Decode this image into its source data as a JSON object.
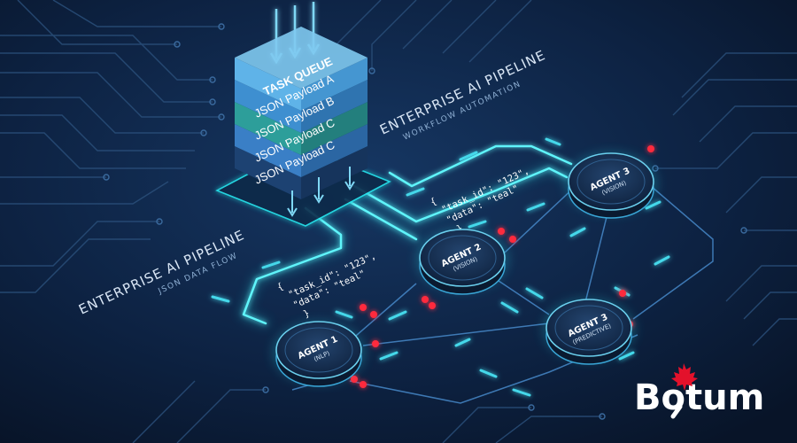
{
  "colors": {
    "background": "#0a1a33",
    "circuit": "#2a4f7a",
    "flow_glow": "#28e6ef",
    "link_line": "#4a8fd1",
    "alert_dot": "#ff2a3d",
    "brand_leaf": "#e3112b",
    "stack_top": "#5fb3e8",
    "stack_mid_a": "#3a7fc6",
    "stack_mid_b": "#2d9e9a",
    "stack_bottom": "#25507f"
  },
  "task_queue": {
    "title": "TASK QUEUE",
    "items": [
      "JSON Payload A",
      "JSON Payload B",
      "JSON Payload C",
      "JSON Payload C"
    ]
  },
  "pipeline_left": {
    "title": "ENTERPRISE AI PIPELINE",
    "subtitle": "JSON DATA FLOW"
  },
  "pipeline_right": {
    "title": "ENTERPRISE AI PIPELINE",
    "subtitle": "WORKFLOW AUTOMATION"
  },
  "json_snippet_left": {
    "lines": [
      "{",
      "\"task_id\": \"123\",",
      "\"data\": \"teal\"",
      "}"
    ]
  },
  "json_snippet_right": {
    "lines": [
      "{",
      "\"task_id\": \"123\",",
      "\"data\": \"teal\"",
      "}"
    ]
  },
  "agents": [
    {
      "id": "agent-1",
      "name": "AGENT 1",
      "role": "(NLP)"
    },
    {
      "id": "agent-2",
      "name": "AGENT 2",
      "role": "(VISION)"
    },
    {
      "id": "agent-3-vision",
      "name": "AGENT 3",
      "role": "(VISION)"
    },
    {
      "id": "agent-3-predictive",
      "name": "AGENT 3",
      "role": "(PREDICTIVE)"
    }
  ],
  "brand": {
    "name": "Botum",
    "logo_icon": "maple-leaf-icon",
    "magnifier_icon": "magnifier-icon"
  }
}
